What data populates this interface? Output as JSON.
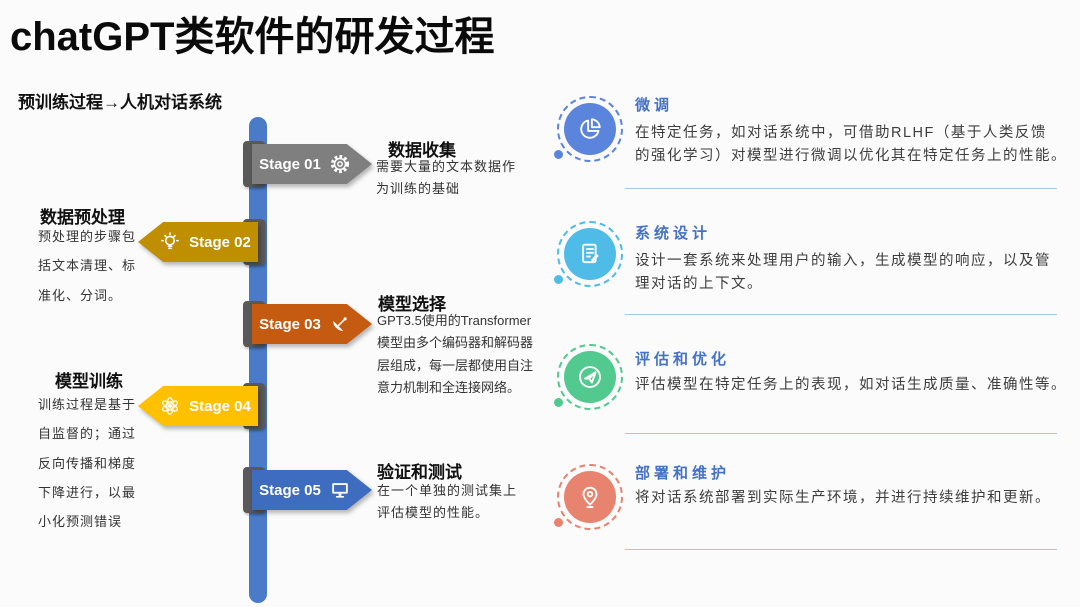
{
  "slide": {
    "title": "chatGPT类软件的研发过程",
    "subtitle": "预训练过程→人机对话系统"
  },
  "timeline": {
    "pole_color": "#4A7BC8",
    "connector_color": "#595959",
    "stages": [
      {
        "label": "Stage 01",
        "side": "right",
        "color": "#7F7F7F",
        "icon": "gear-icon",
        "title": "数据收集",
        "desc": "需要大量的文本数据作\n为训练的基础"
      },
      {
        "label": "Stage 02",
        "side": "left",
        "color": "#BF8F00",
        "icon": "lightbulb-icon",
        "title": "数据预处理",
        "desc": "预处理的步骤包\n括文本清理、标\n准化、分词。"
      },
      {
        "label": "Stage 03",
        "side": "right",
        "color": "#C55A11",
        "icon": "satellite-dish-icon",
        "title": "模型选择",
        "desc": "GPT3.5使用的Transformer\n模型由多个编码器和解码器\n层组成，每一层都使用自注\n意力机制和全连接网络。"
      },
      {
        "label": "Stage 04",
        "side": "left",
        "color": "#FFC000",
        "icon": "atom-icon",
        "title": "模型训练",
        "desc": "训练过程是基于\n自监督的；通过\n反向传播和梯度\n下降进行，以最\n小化预测错误"
      },
      {
        "label": "Stage 05",
        "side": "right",
        "color": "#3E6CBF",
        "icon": "monitor-icon",
        "title": "验证和测试",
        "desc": "在一个单独的测试集上\n评估模型的性能。"
      }
    ]
  },
  "aspects": [
    {
      "title": "微调",
      "icon": "pie-chart-icon",
      "color": "#5B85DD",
      "desc": "在特定任务，如对话系统中，可借助RLHF（基于人类反馈\n的强化学习）对模型进行微调以优化其在特定任务上的性能。"
    },
    {
      "title": "系统设计",
      "icon": "document-edit-icon",
      "color": "#4FBCE8",
      "desc": "设计一套系统来处理用户的输入，生成模型的响应，以及管\n理对话的上下文。"
    },
    {
      "title": "评估和优化",
      "icon": "paper-plane-icon",
      "color": "#52C98E",
      "desc": "评估模型在特定任务上的表现，如对话生成质量、准确性等。"
    },
    {
      "title": "部署和维护",
      "icon": "location-pin-icon",
      "color": "#E8836F",
      "desc": "将对话系统部署到实际生产环境，并进行持续维护和更新。"
    }
  ]
}
